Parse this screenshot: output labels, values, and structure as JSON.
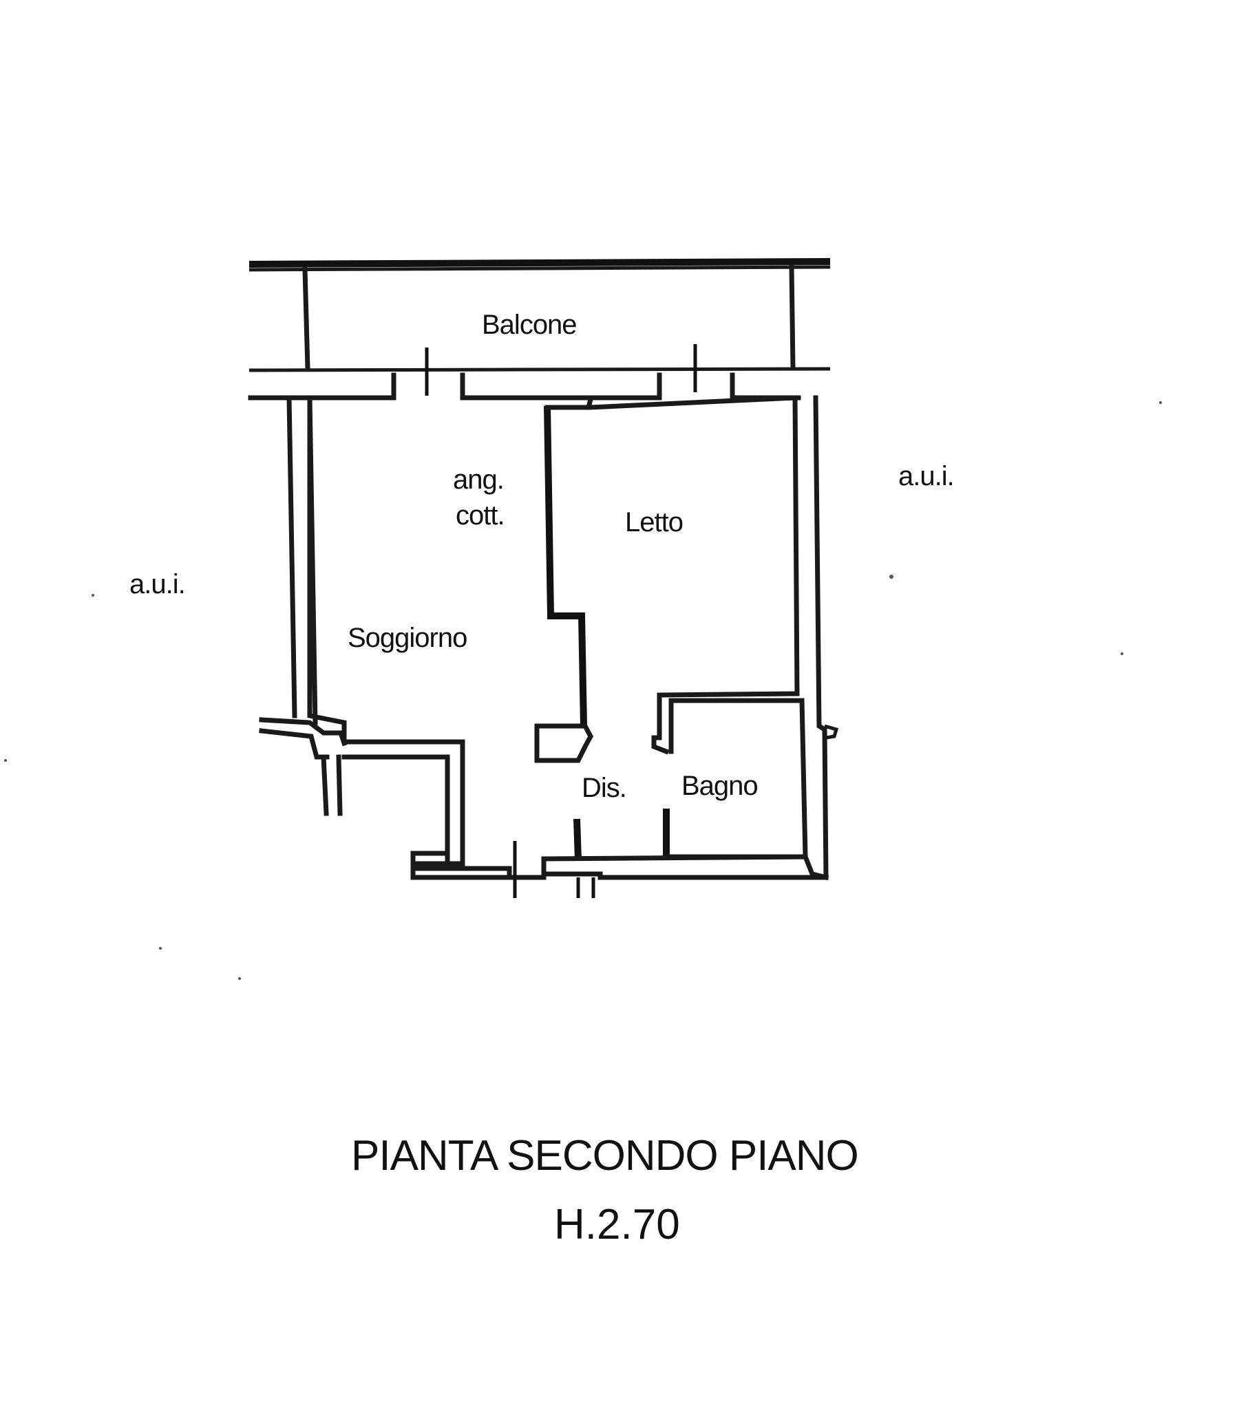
{
  "rooms": {
    "balcony": "Balcone",
    "kitchenette_line1": "ang.",
    "kitchenette_line2": "cott.",
    "bedroom": "Letto",
    "living": "Soggiorno",
    "hallway": "Dis.",
    "bathroom": "Bagno"
  },
  "neighbors": {
    "left": "a.u.i.",
    "right": "a.u.i."
  },
  "caption": {
    "title": "PIANTA SECONDO PIANO",
    "height": "H.2.70"
  }
}
